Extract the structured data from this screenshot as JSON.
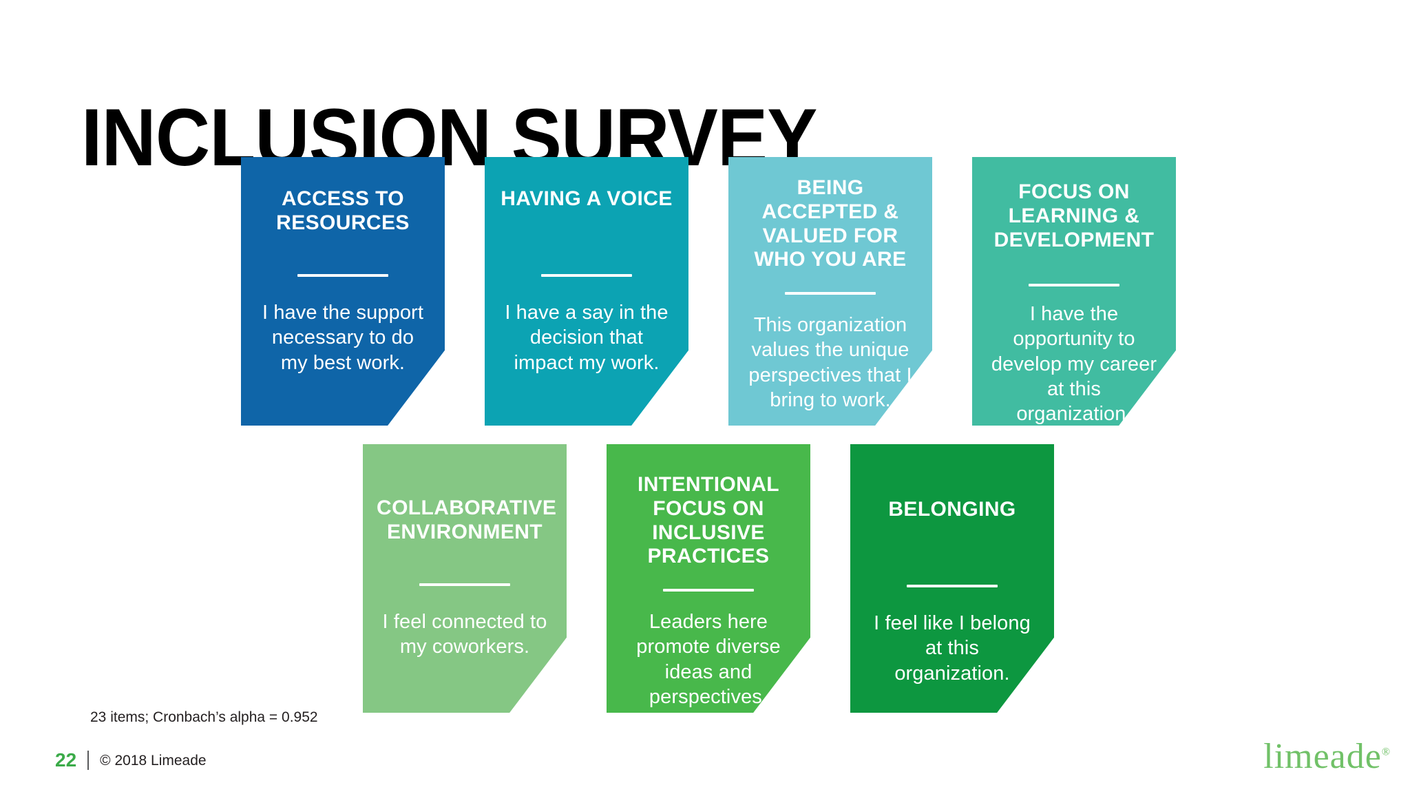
{
  "slide": {
    "title": "INCLUSION SURVEY",
    "background_color": "#FFFFFF",
    "footnote": "23 items; Cronbach’s alpha = 0.952"
  },
  "cards": [
    {
      "title": "ACCESS TO RESOURCES",
      "body": "I have the support necessary to do my best work.",
      "color": "#0F65A8"
    },
    {
      "title": "HAVING A VOICE",
      "body": "I have a say in the decision that impact my work.",
      "color": "#0CA3B3"
    },
    {
      "title": "BEING ACCEPTED & VALUED FOR WHO YOU ARE",
      "body": "This organization values the unique perspectives that I bring to work.",
      "color": "#6FC8D3"
    },
    {
      "title": "FOCUS ON LEARNING & DEVELOPMENT",
      "body": "I have the opportunity to develop my career at this organization.",
      "color": "#41BCA1"
    },
    {
      "title": "COLLABORATIVE ENVIRONMENT",
      "body": "I feel connected to my coworkers.",
      "color": "#85C784"
    },
    {
      "title": "INTENTIONAL FOCUS ON INCLUSIVE PRACTICES",
      "body": "Leaders here promote diverse ideas and perspectives.",
      "color": "#48B84B"
    },
    {
      "title": "BELONGING",
      "body": "I feel like I belong at this organization.",
      "color": "#0D9740"
    }
  ],
  "footer": {
    "page_number": "22",
    "copyright": "© 2018 Limeade",
    "page_number_color": "#3BAB49",
    "brand_name": "limeade",
    "brand_mark": "®",
    "brand_color": "#71C168"
  }
}
